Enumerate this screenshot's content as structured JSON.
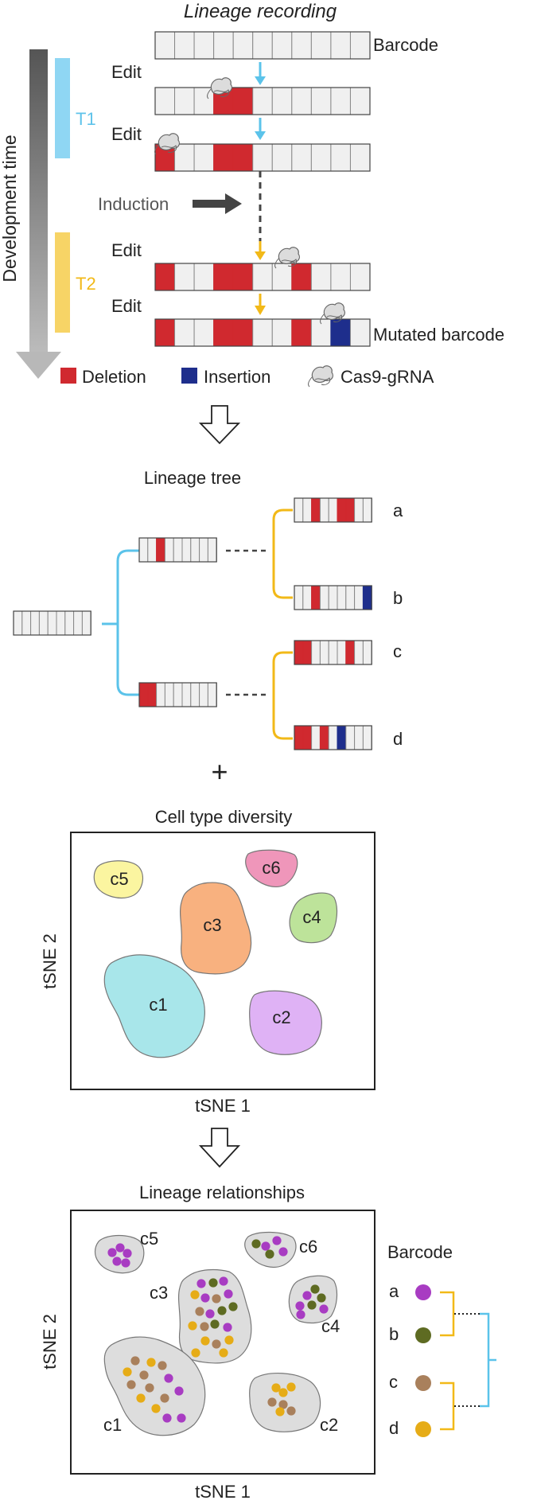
{
  "recording": {
    "title": "Lineage recording",
    "time_axis_label": "Development time",
    "t1_label": "T1",
    "t2_label": "T2",
    "edit_label": "Edit",
    "induction_label": "Induction",
    "barcode_label": "Barcode",
    "mutated_label": "Mutated barcode",
    "legend": {
      "deletion": "Deletion",
      "insertion": "Insertion",
      "cas9": "Cas9-gRNA"
    }
  },
  "tree": {
    "title": "Lineage tree",
    "leaves": [
      "a",
      "b",
      "c",
      "d"
    ],
    "plus": "+"
  },
  "diversity": {
    "title": "Cell type diversity",
    "xlabel": "tSNE 1",
    "ylabel": "tSNE 2",
    "clusters": [
      "c1",
      "c2",
      "c3",
      "c4",
      "c5",
      "c6"
    ]
  },
  "relationships": {
    "title": "Lineage relationships",
    "xlabel": "tSNE 1",
    "ylabel": "tSNE 2",
    "clusters": [
      "c1",
      "c2",
      "c3",
      "c4",
      "c5",
      "c6"
    ],
    "legend_title": "Barcode",
    "legend_labels": [
      "a",
      "b",
      "c",
      "d"
    ]
  },
  "colors": {
    "deletion": "#d0292f",
    "insertion": "#1e2e8c",
    "t1": "#8fd6f3",
    "t2": "#f7d466",
    "cyan_line": "#5bc3ea",
    "gold_line": "#f2b918",
    "barcode_a": "#a83cc2",
    "barcode_b": "#5e6b22",
    "barcode_c": "#a9805c",
    "barcode_d": "#e6ac17"
  }
}
